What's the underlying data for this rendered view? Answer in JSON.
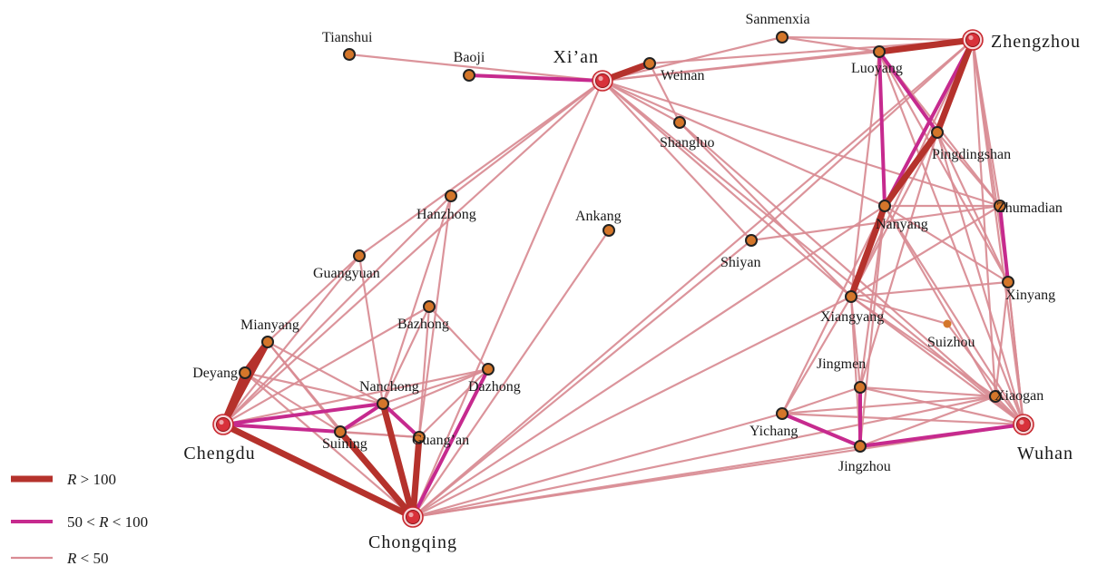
{
  "colors": {
    "strong": "#b5322c",
    "medium": "#c62a8e",
    "weak": "#d98b93",
    "node_fill": "#d4762a",
    "major_fill": "#d8313a"
  },
  "legend": [
    {
      "level": "strong",
      "label_html": "<tspan font-style=\"italic\">R</tspan> &gt; 100"
    },
    {
      "level": "medium",
      "label_html": "50 &lt; <tspan font-style=\"italic\">R</tspan> &lt; 100"
    },
    {
      "level": "weak",
      "label_html": "<tspan font-style=\"italic\">R</tspan> &lt; 50"
    }
  ],
  "cities": [
    {
      "id": "xian",
      "name": "Xi’an",
      "major": true
    },
    {
      "id": "zhengzhou",
      "name": "Zhengzhou",
      "major": true
    },
    {
      "id": "chengdu",
      "name": "Chengdu",
      "major": true
    },
    {
      "id": "chongqing",
      "name": "Chongqing",
      "major": true
    },
    {
      "id": "wuhan",
      "name": "Wuhan",
      "major": true
    },
    {
      "id": "tianshui",
      "name": "Tianshui"
    },
    {
      "id": "baoji",
      "name": "Baoji"
    },
    {
      "id": "weinan",
      "name": "Weinan"
    },
    {
      "id": "sanmenxia",
      "name": "Sanmenxia"
    },
    {
      "id": "luoyang",
      "name": "Luoyang"
    },
    {
      "id": "shangluo",
      "name": "Shangluo"
    },
    {
      "id": "pingdingshan",
      "name": "Pingdingshan"
    },
    {
      "id": "hanzhong",
      "name": "Hanzhong"
    },
    {
      "id": "ankang",
      "name": "Ankang"
    },
    {
      "id": "zhumadian",
      "name": "Zhumadian"
    },
    {
      "id": "nanyang",
      "name": "Nanyang"
    },
    {
      "id": "shiyan",
      "name": "Shiyan"
    },
    {
      "id": "guangyuan",
      "name": "Guangyuan"
    },
    {
      "id": "xinyang",
      "name": "Xinyang"
    },
    {
      "id": "xiangyang",
      "name": "Xiangyang"
    },
    {
      "id": "bazhong",
      "name": "Bazhong"
    },
    {
      "id": "mianyang",
      "name": "Mianyang"
    },
    {
      "id": "suizhou",
      "name": "Suizhou",
      "small": true
    },
    {
      "id": "deyang",
      "name": "Deyang"
    },
    {
      "id": "dazhong",
      "name": "Dazhong"
    },
    {
      "id": "nanchong",
      "name": "Nanchong"
    },
    {
      "id": "jingmen",
      "name": "Jingmen"
    },
    {
      "id": "xiaogan",
      "name": "Xiaogan"
    },
    {
      "id": "suining",
      "name": "Suining"
    },
    {
      "id": "guangan",
      "name": "Guang’an"
    },
    {
      "id": "yichang",
      "name": "Yichang"
    },
    {
      "id": "jingzhou",
      "name": "Jingzhou"
    }
  ],
  "links": [
    [
      "chengdu",
      "chongqing",
      "strong"
    ],
    [
      "chengdu",
      "deyang",
      "strong"
    ],
    [
      "deyang",
      "mianyang",
      "strong"
    ],
    [
      "chengdu",
      "mianyang",
      "strong"
    ],
    [
      "nanchong",
      "chongqing",
      "strong"
    ],
    [
      "suining",
      "chongqing",
      "strong"
    ],
    [
      "guangan",
      "chongqing",
      "strong"
    ],
    [
      "zhengzhou",
      "luoyang",
      "strong"
    ],
    [
      "zhengzhou",
      "pingdingshan",
      "strong"
    ],
    [
      "pingdingshan",
      "nanyang",
      "strong"
    ],
    [
      "nanyang",
      "xiangyang",
      "strong"
    ],
    [
      "xian",
      "weinan",
      "strong"
    ],
    [
      "baoji",
      "xian",
      "medium"
    ],
    [
      "chengdu",
      "nanchong",
      "medium"
    ],
    [
      "chengdu",
      "suining",
      "medium"
    ],
    [
      "suining",
      "nanchong",
      "medium"
    ],
    [
      "nanchong",
      "guangan",
      "medium"
    ],
    [
      "dazhong",
      "chongqing",
      "medium"
    ],
    [
      "luoyang",
      "nanyang",
      "medium"
    ],
    [
      "luoyang",
      "pingdingshan",
      "medium"
    ],
    [
      "zhengzhou",
      "nanyang",
      "medium"
    ],
    [
      "zhumadian",
      "xinyang",
      "medium"
    ],
    [
      "jingmen",
      "jingzhou",
      "medium"
    ],
    [
      "yichang",
      "jingzhou",
      "medium"
    ],
    [
      "jingzhou",
      "wuhan",
      "medium"
    ],
    [
      "tianshui",
      "xian",
      "weak"
    ],
    [
      "xian",
      "sanmenxia",
      "weak"
    ],
    [
      "xian",
      "luoyang",
      "weak"
    ],
    [
      "xian",
      "zhengzhou",
      "weak"
    ],
    [
      "weinan",
      "zhengzhou",
      "weak"
    ],
    [
      "weinan",
      "shangluo",
      "weak"
    ],
    [
      "sanmenxia",
      "zhengzhou",
      "weak"
    ],
    [
      "sanmenxia",
      "luoyang",
      "weak"
    ],
    [
      "xian",
      "shangluo",
      "weak"
    ],
    [
      "xian",
      "hanzhong",
      "weak"
    ],
    [
      "xian",
      "guangyuan",
      "weak"
    ],
    [
      "xian",
      "chengdu",
      "weak"
    ],
    [
      "xian",
      "chongqing",
      "weak"
    ],
    [
      "xian",
      "nanyang",
      "weak"
    ],
    [
      "xian",
      "xiangyang",
      "weak"
    ],
    [
      "xian",
      "wuhan",
      "weak"
    ],
    [
      "xian",
      "shiyan",
      "weak"
    ],
    [
      "xian",
      "zhumadian",
      "weak"
    ],
    [
      "ankang",
      "chongqing",
      "weak"
    ],
    [
      "hanzhong",
      "chengdu",
      "weak"
    ],
    [
      "hanzhong",
      "nanchong",
      "weak"
    ],
    [
      "hanzhong",
      "guangan",
      "weak"
    ],
    [
      "guangyuan",
      "chengdu",
      "weak"
    ],
    [
      "guangyuan",
      "mianyang",
      "weak"
    ],
    [
      "guangyuan",
      "nanchong",
      "weak"
    ],
    [
      "bazhong",
      "nanchong",
      "weak"
    ],
    [
      "bazhong",
      "dazhong",
      "weak"
    ],
    [
      "bazhong",
      "chongqing",
      "weak"
    ],
    [
      "bazhong",
      "chengdu",
      "weak"
    ],
    [
      "mianyang",
      "chongqing",
      "weak"
    ],
    [
      "mianyang",
      "nanchong",
      "weak"
    ],
    [
      "mianyang",
      "suining",
      "weak"
    ],
    [
      "deyang",
      "chongqing",
      "weak"
    ],
    [
      "deyang",
      "nanchong",
      "weak"
    ],
    [
      "deyang",
      "suining",
      "weak"
    ],
    [
      "chengdu",
      "dazhong",
      "weak"
    ],
    [
      "chengdu",
      "guangan",
      "weak"
    ],
    [
      "suining",
      "guangan",
      "weak"
    ],
    [
      "nanchong",
      "dazhong",
      "weak"
    ],
    [
      "dazhong",
      "suining",
      "weak"
    ],
    [
      "guangan",
      "dazhong",
      "weak"
    ],
    [
      "chongqing",
      "shiyan",
      "weak"
    ],
    [
      "chongqing",
      "xiangyang",
      "weak"
    ],
    [
      "chongqing",
      "yichang",
      "weak"
    ],
    [
      "chongqing",
      "jingzhou",
      "weak"
    ],
    [
      "chongqing",
      "wuhan",
      "weak"
    ],
    [
      "chongqing",
      "nanyang",
      "weak"
    ],
    [
      "chongqing",
      "zhengzhou",
      "weak"
    ],
    [
      "chongqing",
      "xiaogan",
      "weak"
    ],
    [
      "shiyan",
      "zhengzhou",
      "weak"
    ],
    [
      "shiyan",
      "zhumadian",
      "weak"
    ],
    [
      "shangluo",
      "xiangyang",
      "weak"
    ],
    [
      "shangluo",
      "wuhan",
      "weak"
    ],
    [
      "zhengzhou",
      "wuhan",
      "weak"
    ],
    [
      "zhengzhou",
      "zhumadian",
      "weak"
    ],
    [
      "zhengzhou",
      "xinyang",
      "weak"
    ],
    [
      "zhengzhou",
      "xiangyang",
      "weak"
    ],
    [
      "zhengzhou",
      "xiaogan",
      "weak"
    ],
    [
      "luoyang",
      "zhumadian",
      "weak"
    ],
    [
      "luoyang",
      "xiangyang",
      "weak"
    ],
    [
      "luoyang",
      "wuhan",
      "weak"
    ],
    [
      "luoyang",
      "xinyang",
      "weak"
    ],
    [
      "pingdingshan",
      "wuhan",
      "weak"
    ],
    [
      "pingdingshan",
      "xiangyang",
      "weak"
    ],
    [
      "pingdingshan",
      "xinyang",
      "weak"
    ],
    [
      "pingdingshan",
      "zhumadian",
      "weak"
    ],
    [
      "pingdingshan",
      "jingmen",
      "weak"
    ],
    [
      "nanyang",
      "zhumadian",
      "weak"
    ],
    [
      "nanyang",
      "xinyang",
      "weak"
    ],
    [
      "nanyang",
      "wuhan",
      "weak"
    ],
    [
      "nanyang",
      "xiaogan",
      "weak"
    ],
    [
      "nanyang",
      "jingmen",
      "weak"
    ],
    [
      "nanyang",
      "jingzhou",
      "weak"
    ],
    [
      "nanyang",
      "yichang",
      "weak"
    ],
    [
      "zhumadian",
      "wuhan",
      "weak"
    ],
    [
      "zhumadian",
      "xiangyang",
      "weak"
    ],
    [
      "xinyang",
      "wuhan",
      "weak"
    ],
    [
      "xinyang",
      "xiaogan",
      "weak"
    ],
    [
      "xinyang",
      "xiangyang",
      "weak"
    ],
    [
      "xiangyang",
      "wuhan",
      "weak"
    ],
    [
      "xiangyang",
      "xiaogan",
      "weak"
    ],
    [
      "xiangyang",
      "jingmen",
      "weak"
    ],
    [
      "xiangyang",
      "yichang",
      "weak"
    ],
    [
      "xiangyang",
      "jingzhou",
      "weak"
    ],
    [
      "xiangyang",
      "suizhou",
      "weak"
    ],
    [
      "suizhou",
      "wuhan",
      "weak"
    ],
    [
      "jingmen",
      "wuhan",
      "weak"
    ],
    [
      "jingmen",
      "xiaogan",
      "weak"
    ],
    [
      "jingmen",
      "yichang",
      "weak"
    ],
    [
      "xiaogan",
      "wuhan",
      "weak"
    ],
    [
      "xiaogan",
      "yichang",
      "weak"
    ],
    [
      "xiaogan",
      "jingzhou",
      "weak"
    ],
    [
      "yichang",
      "wuhan",
      "weak"
    ]
  ]
}
